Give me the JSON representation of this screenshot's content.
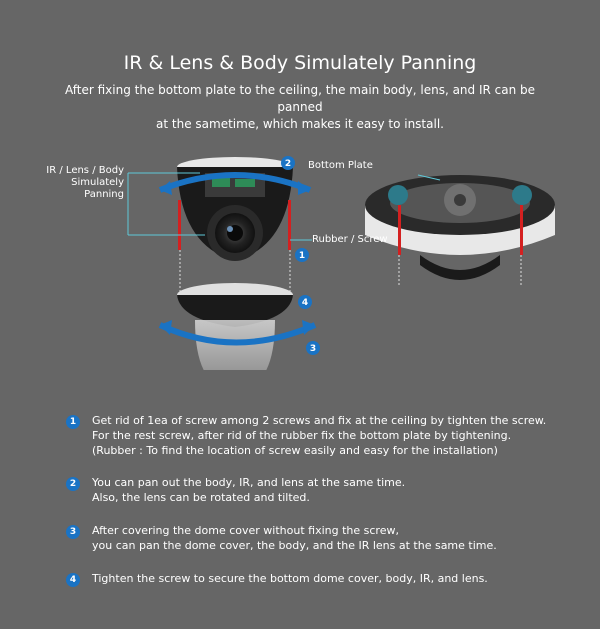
{
  "header": {
    "title": "IR & Lens & Body Simulately Panning",
    "subtitle_line1": "After fixing the bottom plate to the ceiling, the main body, lens, and IR can be panned",
    "subtitle_line2": "at the sametime, which makes it easy to install."
  },
  "diagram": {
    "callout_panning_line1": "IR / Lens / Body",
    "callout_panning_line2": "Simulately Panning",
    "callout_bottom_plate": "Bottom Plate",
    "callout_rubber_screw": "Rubber / Screw",
    "markers": [
      "1",
      "2",
      "3",
      "4"
    ]
  },
  "steps": [
    {
      "number": "1",
      "lines": [
        "Get rid of 1ea of screw among 2 screws and fix at the ceiling by tighten the screw.",
        "For the rest screw, after rid of the rubber fix the bottom plate by tightening.",
        "(Rubber : To find the location of screw easily and easy for the installation)"
      ]
    },
    {
      "number": "2",
      "lines": [
        "You can pan out the body, IR, and lens at the same time.",
        "Also, the lens can be rotated and tilted."
      ]
    },
    {
      "number": "3",
      "lines": [
        "After covering the dome cover without fixing the screw,",
        "you can pan the dome cover, the body, and the IR lens at the same time."
      ]
    },
    {
      "number": "4",
      "lines": [
        "Tighten the screw to secure the bottom dome cover, body, IR, and lens."
      ]
    }
  ],
  "colors": {
    "background": "#666666",
    "accent_blue": "#1a73c4",
    "screw_red": "#d42020",
    "callout_line": "#5fc8d8"
  }
}
